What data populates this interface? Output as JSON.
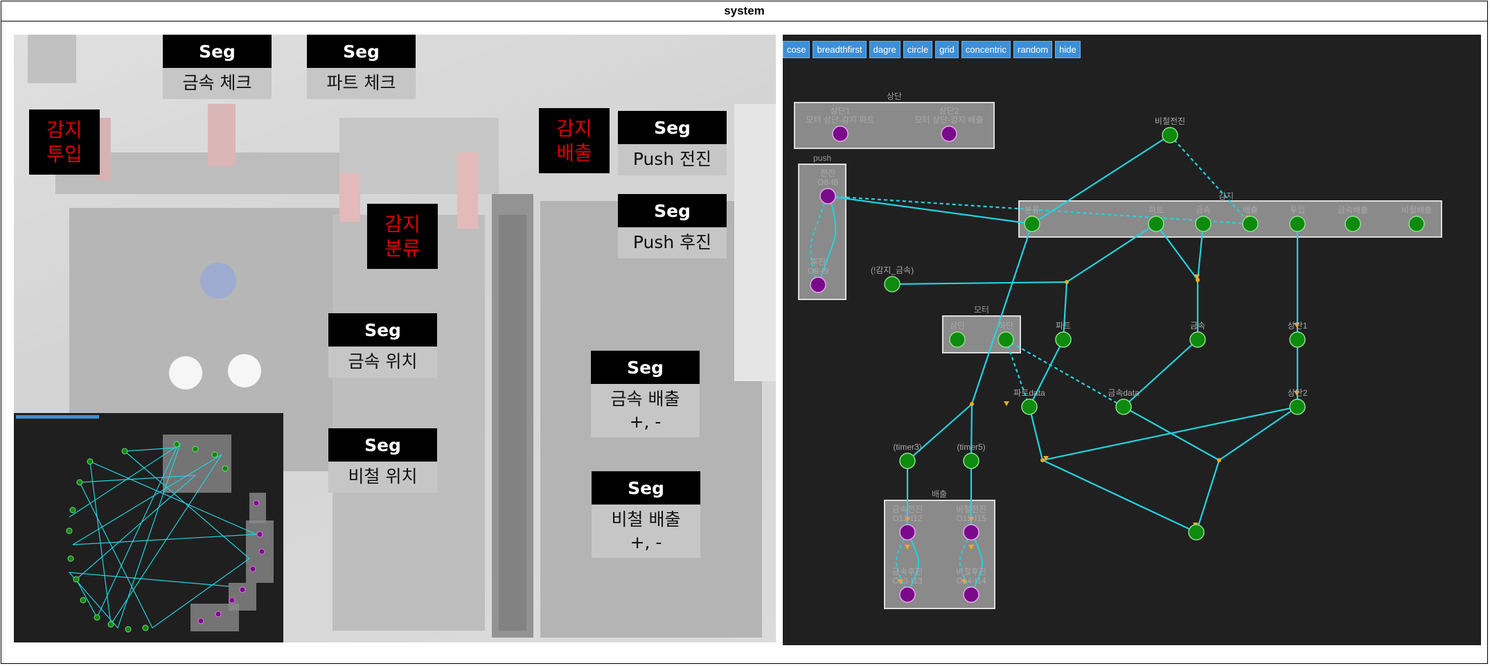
{
  "window": {
    "title": "system"
  },
  "photo": {
    "segments": [
      {
        "id": "metal-check",
        "head": "Seg",
        "body": "금속 체크"
      },
      {
        "id": "part-check",
        "head": "Seg",
        "body": "파트 체크"
      },
      {
        "id": "push-forward",
        "head": "Seg",
        "body": "Push 전진"
      },
      {
        "id": "push-back",
        "head": "Seg",
        "body": "Push 후진"
      },
      {
        "id": "metal-position",
        "head": "Seg",
        "body": "금속 위치"
      },
      {
        "id": "nonferrous-position",
        "head": "Seg",
        "body": "비철 위치"
      },
      {
        "id": "metal-eject",
        "head": "Seg",
        "body": "금속 배출\n+, -"
      },
      {
        "id": "nonferrous-eject",
        "head": "Seg",
        "body": "비철 배출\n+, -"
      }
    ],
    "sensors": [
      {
        "id": "sense-input",
        "text": "감지\n투입"
      },
      {
        "id": "sense-eject",
        "text": "감지\n배출"
      },
      {
        "id": "sense-sort",
        "text": "감지\n분류"
      }
    ]
  },
  "graph": {
    "toolbar": [
      "cose",
      "breadthfirst",
      "dagre",
      "circle",
      "grid",
      "concentric",
      "random",
      "hide"
    ],
    "colors": {
      "green": "#0e8a0e",
      "purple": "#7a0a8a",
      "edge": "#22d3e0",
      "arrow": "#f2a91f",
      "compound": "#8a8a8a"
    },
    "compounds": [
      {
        "id": "sangdan",
        "label": "상단"
      },
      {
        "id": "push",
        "label": "push"
      },
      {
        "id": "gamji",
        "label": "감지"
      },
      {
        "id": "motor",
        "label": "모터"
      },
      {
        "id": "baechul",
        "label": "배출"
      }
    ],
    "nodes": [
      {
        "id": "sd1",
        "label": "상단1\n모터 상단-감지 파트",
        "color": "purple"
      },
      {
        "id": "sd2",
        "label": "상단2\n모터 상단-감지 배출",
        "color": "purple"
      },
      {
        "id": "push_fwd",
        "label": "전진\nO8-I8",
        "color": "purple"
      },
      {
        "id": "push_back",
        "label": "후진\nO9-I9",
        "color": "purple"
      },
      {
        "id": "bicheol_jeonjin",
        "label": "비철전진",
        "color": "green"
      },
      {
        "id": "g_bunryu",
        "label": "분류",
        "color": "green"
      },
      {
        "id": "g_part",
        "label": "파트",
        "color": "green"
      },
      {
        "id": "g_metal",
        "label": "금속",
        "color": "green"
      },
      {
        "id": "g_eject",
        "label": "배출",
        "color": "green"
      },
      {
        "id": "g_input",
        "label": "투입",
        "color": "green"
      },
      {
        "id": "g_metal_eject",
        "label": "금속배출",
        "color": "green"
      },
      {
        "id": "g_nf_eject",
        "label": "비철배출",
        "color": "green"
      },
      {
        "id": "gamji_metal",
        "label": "(!감지_금속)",
        "color": "green"
      },
      {
        "id": "m_top",
        "label": "상단",
        "color": "green"
      },
      {
        "id": "m_bottom",
        "label": "하단",
        "color": "green"
      },
      {
        "id": "part",
        "label": "파트",
        "color": "green"
      },
      {
        "id": "metal",
        "label": "금속",
        "color": "green"
      },
      {
        "id": "sd_1",
        "label": "상단1",
        "color": "green"
      },
      {
        "id": "part_data",
        "label": "파트data",
        "color": "green"
      },
      {
        "id": "metal_data",
        "label": "금속data",
        "color": "green"
      },
      {
        "id": "sd_2",
        "label": "상단2",
        "color": "green"
      },
      {
        "id": "timer3",
        "label": "(timer3)",
        "color": "green"
      },
      {
        "id": "timer5",
        "label": "(timer5)",
        "color": "green"
      },
      {
        "id": "final",
        "label": "",
        "color": "green"
      },
      {
        "id": "metal_fwd",
        "label": "금속전진\nO12-I12",
        "color": "purple"
      },
      {
        "id": "nf_fwd",
        "label": "비철전진\nO15-I15",
        "color": "purple"
      },
      {
        "id": "metal_back",
        "label": "금속후진\nO13-I13",
        "color": "purple"
      },
      {
        "id": "nf_back",
        "label": "비철후진\nO14-I14",
        "color": "purple"
      }
    ]
  }
}
